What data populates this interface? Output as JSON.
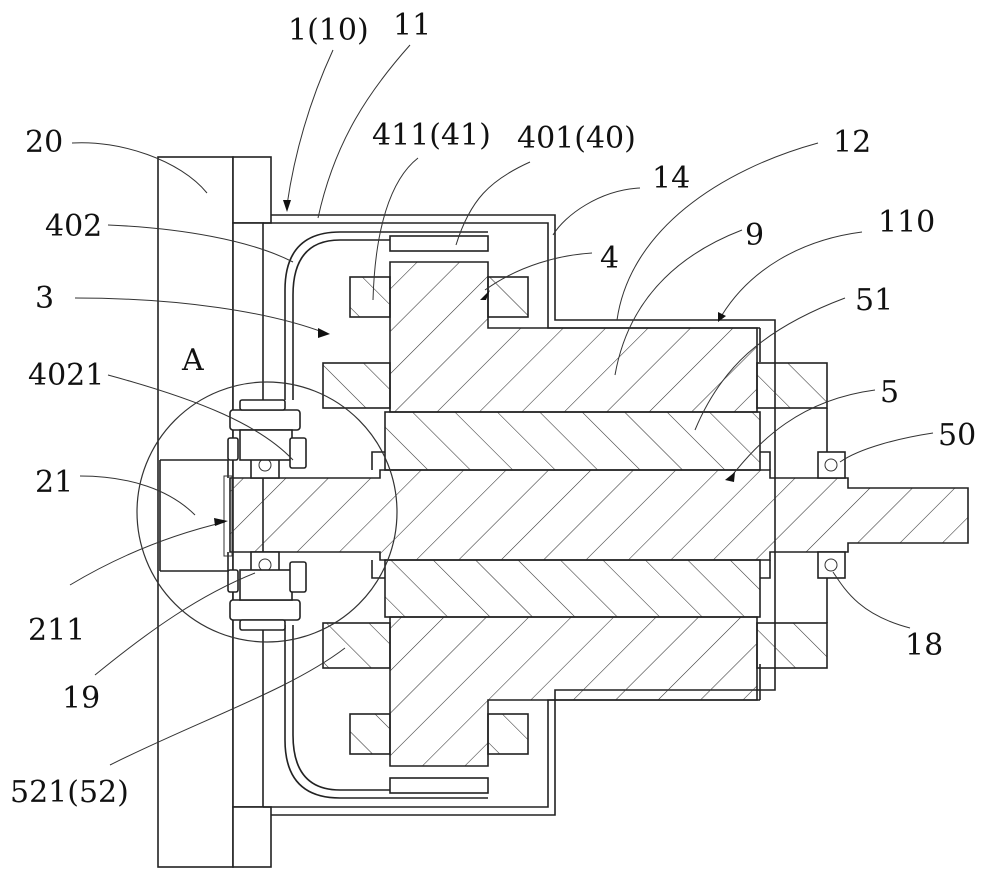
{
  "figure": {
    "type": "mechanical cross-section drawing",
    "labels": {
      "l_1_10": "1(10)",
      "l_11": "11",
      "l_20": "20",
      "l_411_41": "411(41)",
      "l_401_40": "401(40)",
      "l_12": "12",
      "l_14": "14",
      "l_402": "402",
      "l_9": "9",
      "l_110": "110",
      "l_4": "4",
      "l_3": "3",
      "l_51": "51",
      "l_A": "A",
      "l_4021": "4021",
      "l_5": "5",
      "l_50": "50",
      "l_21": "21",
      "l_211": "211",
      "l_18": "18",
      "l_19": "19",
      "l_521_52": "521(52)"
    }
  }
}
